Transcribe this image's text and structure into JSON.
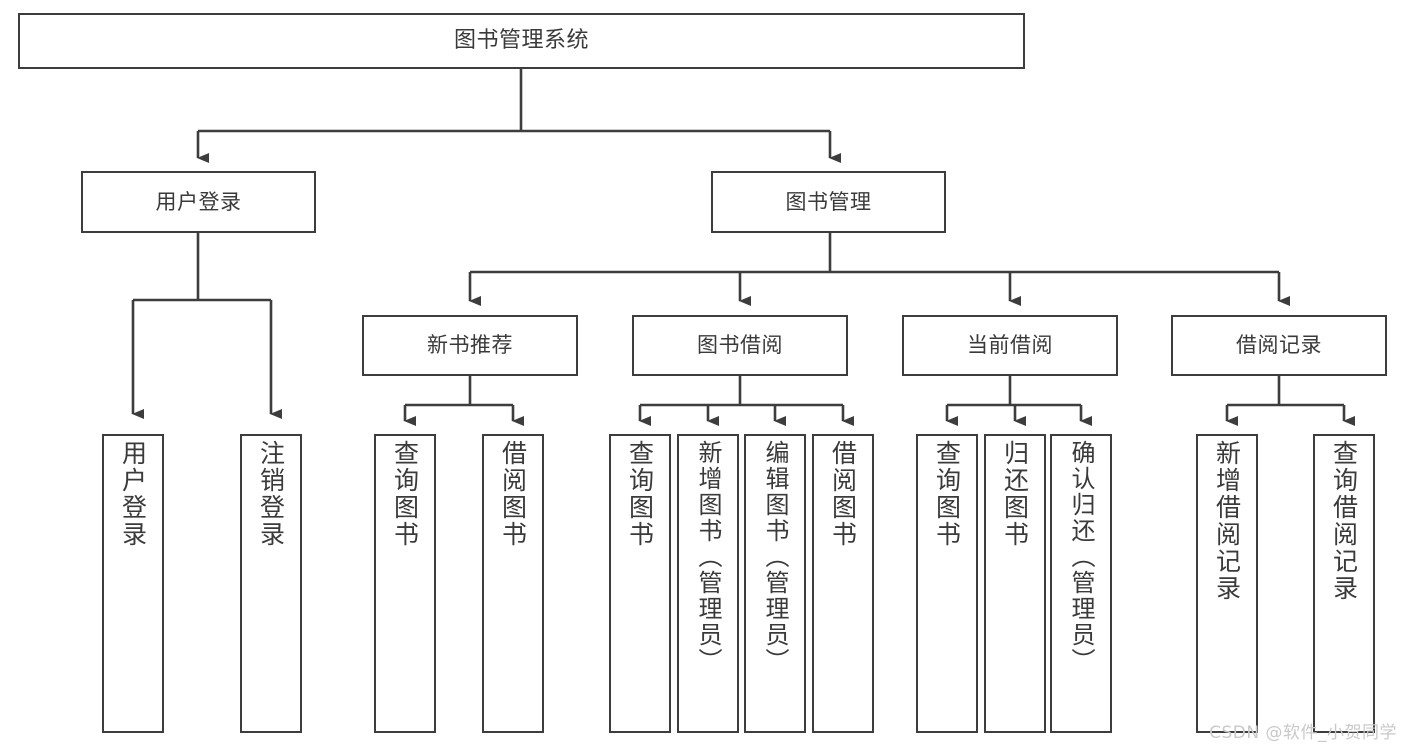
{
  "diagram": {
    "title": "图书管理系统",
    "type": "tree",
    "watermark": "CSDN @软件_小贺同学",
    "colors": {
      "stroke": "#3d3d3d",
      "fill": "#ffffff",
      "text": "#3a3a3a",
      "watermark": "#c9c9c9"
    },
    "nodes": {
      "root": {
        "label": "图书管理系统"
      },
      "level2": [
        {
          "label": "用户登录"
        },
        {
          "label": "图书管理"
        }
      ],
      "level3": [
        {
          "label": "新书推荐"
        },
        {
          "label": "图书借阅"
        },
        {
          "label": "当前借阅"
        },
        {
          "label": "借阅记录"
        }
      ],
      "leaves": {
        "user_login": [
          {
            "label": "用户登录"
          },
          {
            "label": "注销登录"
          }
        ],
        "new_book": [
          {
            "label": "查询图书"
          },
          {
            "label": "借阅图书"
          }
        ],
        "book_borrow": [
          {
            "label": "查询图书"
          },
          {
            "label": "新增图书（管理员）"
          },
          {
            "label": "编辑图书（管理员）"
          },
          {
            "label": "借阅图书"
          }
        ],
        "current_borrow": [
          {
            "label": "查询图书"
          },
          {
            "label": "归还图书"
          },
          {
            "label": "确认归还（管理员）"
          }
        ],
        "borrow_record": [
          {
            "label": "新增借阅记录"
          },
          {
            "label": "查询借阅记录"
          }
        ]
      }
    },
    "edges": [
      {
        "from": "图书管理系统",
        "to": "用户登录"
      },
      {
        "from": "图书管理系统",
        "to": "图书管理"
      },
      {
        "from": "用户登录",
        "to": "用户登录"
      },
      {
        "from": "用户登录",
        "to": "注销登录"
      },
      {
        "from": "图书管理",
        "to": "新书推荐"
      },
      {
        "from": "图书管理",
        "to": "图书借阅"
      },
      {
        "from": "图书管理",
        "to": "当前借阅"
      },
      {
        "from": "图书管理",
        "to": "借阅记录"
      },
      {
        "from": "新书推荐",
        "to": "查询图书"
      },
      {
        "from": "新书推荐",
        "to": "借阅图书"
      },
      {
        "from": "图书借阅",
        "to": "查询图书"
      },
      {
        "from": "图书借阅",
        "to": "新增图书（管理员）"
      },
      {
        "from": "图书借阅",
        "to": "编辑图书（管理员）"
      },
      {
        "from": "图书借阅",
        "to": "借阅图书"
      },
      {
        "from": "当前借阅",
        "to": "查询图书"
      },
      {
        "from": "当前借阅",
        "to": "归还图书"
      },
      {
        "from": "当前借阅",
        "to": "确认归还（管理员）"
      },
      {
        "from": "借阅记录",
        "to": "新增借阅记录"
      },
      {
        "from": "借阅记录",
        "to": "查询借阅记录"
      }
    ]
  }
}
